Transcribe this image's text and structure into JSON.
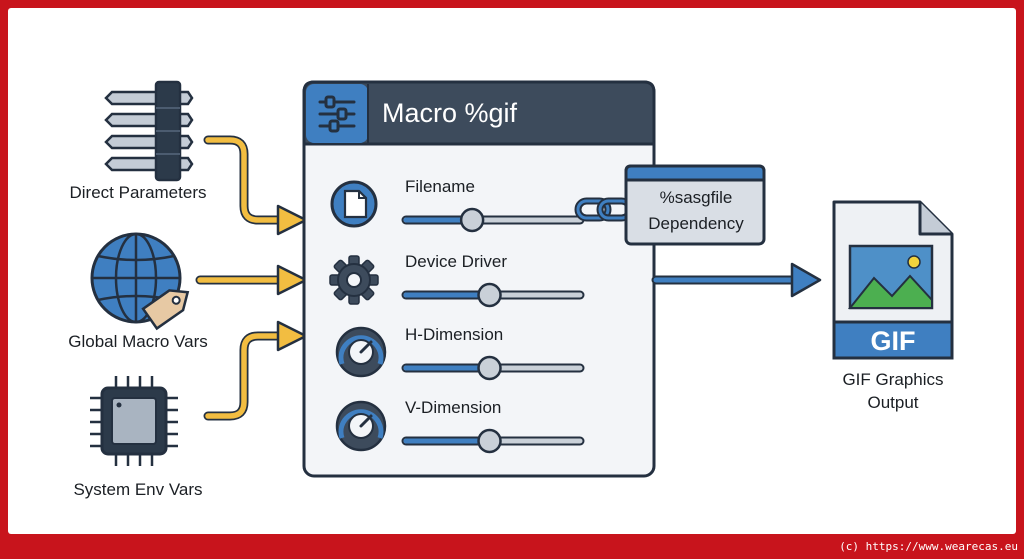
{
  "inputs": [
    {
      "label": "Direct Parameters",
      "icon": "pin-header-icon"
    },
    {
      "label": "Global Macro Vars",
      "icon": "globe-tag-icon"
    },
    {
      "label": "System Env Vars",
      "icon": "chip-icon"
    }
  ],
  "macro": {
    "title": "Macro %gif",
    "params": [
      {
        "label": "Filename",
        "icon": "document-icon",
        "level": 0.38
      },
      {
        "label": "Device Driver",
        "icon": "gear-icon",
        "level": 0.48
      },
      {
        "label": "H-Dimension",
        "icon": "dial-icon",
        "level": 0.48
      },
      {
        "label": "V-Dimension",
        "icon": "dial-icon",
        "level": 0.48
      }
    ]
  },
  "dependency": {
    "line1": "%sasgfile",
    "line2": "Dependency"
  },
  "output": {
    "badge": "GIF",
    "line1": "GIF Graphics",
    "line2": "Output",
    "icon": "image-file-icon"
  },
  "footer": {
    "url": "(c) https://www.wearecas.eu"
  },
  "colors": {
    "frame": "#c8141c",
    "panel_header": "#3d4b5c",
    "panel_bg": "#f3f5f8",
    "accent_blue": "#3f7fc1",
    "arrow_yellow": "#f2bd41",
    "dark_outline": "#243040"
  }
}
